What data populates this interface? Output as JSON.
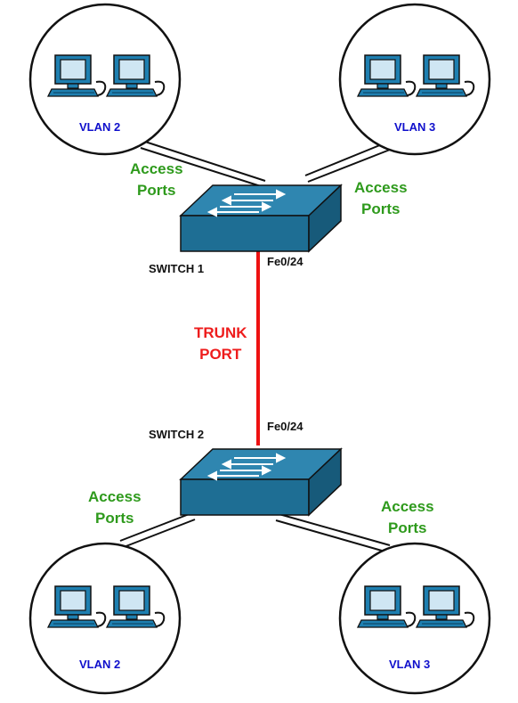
{
  "colors": {
    "access_label": "#2e9a1c",
    "trunk_label": "#ee1c1c",
    "trunk_link": "#ee1111",
    "vlan_label": "#1010cc",
    "switch_front": "#1e6e94",
    "switch_top": "#2f86b0",
    "switch_side": "#175a7a",
    "pc_fill": "#1e7fb0"
  },
  "switches": [
    {
      "label": "SWITCH 1",
      "port": "Fe0/24",
      "icon": "switch-icon"
    },
    {
      "label": "SWITCH 2",
      "port": "Fe0/24",
      "icon": "switch-icon"
    }
  ],
  "trunk": {
    "line1": "TRUNK",
    "line2": "PORT"
  },
  "access_labels": [
    {
      "line1": "Access",
      "line2": "Ports"
    },
    {
      "line1": "Access",
      "line2": "Ports"
    },
    {
      "line1": "Access",
      "line2": "Ports"
    },
    {
      "line1": "Access",
      "line2": "Ports"
    }
  ],
  "vlan_groups": [
    {
      "label": "VLAN 2",
      "icon": "computer-icon"
    },
    {
      "label": "VLAN 3",
      "icon": "computer-icon"
    },
    {
      "label": "VLAN 2",
      "icon": "computer-icon"
    },
    {
      "label": "VLAN 3",
      "icon": "computer-icon"
    }
  ]
}
